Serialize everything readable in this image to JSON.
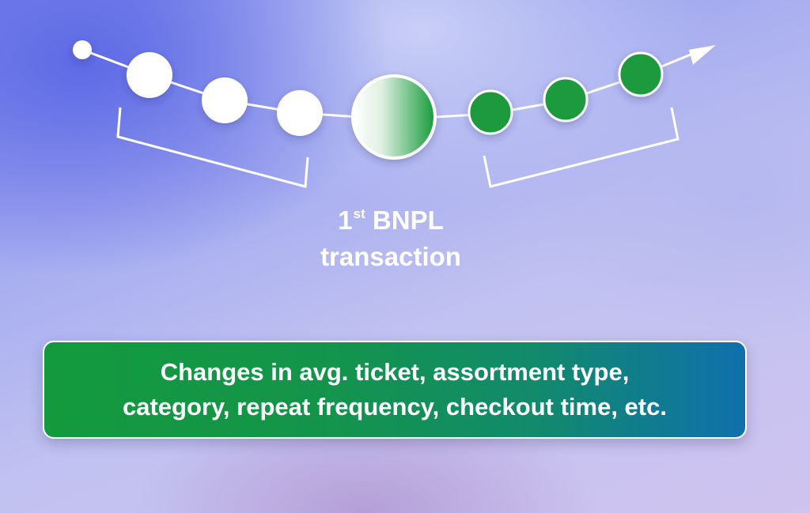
{
  "milestone": {
    "number": "1",
    "ordinal_suffix": "st",
    "label_word": "BNPL",
    "label_line2": "transaction"
  },
  "callout": {
    "line1": "Changes in avg. ticket, assortment type,",
    "line2": "category, repeat frequency, checkout time, etc."
  },
  "colors": {
    "node_before": "#ffffff",
    "node_after": "#1b9a3e",
    "callout_start": "#139a3d",
    "callout_end": "#0f70ad"
  },
  "icons": [
    "arrow-head-icon"
  ]
}
